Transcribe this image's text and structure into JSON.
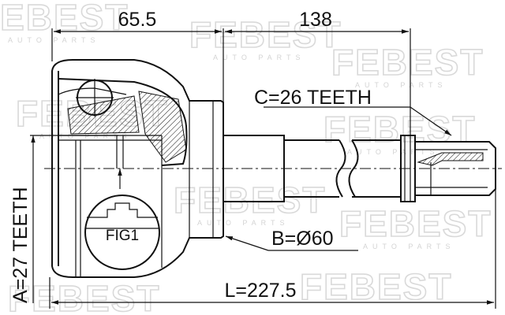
{
  "watermark": {
    "brand": "FEBEST",
    "tagline": "AUTO PARTS"
  },
  "dimensions": {
    "top_left_length": "65.5",
    "top_right_length": "138",
    "overall_length": "L=227.5",
    "outer_teeth": "A=27 TEETH",
    "inner_teeth": "C=26 TEETH",
    "abs_ring": "B=Ø60"
  },
  "figure_label": "FIG1"
}
